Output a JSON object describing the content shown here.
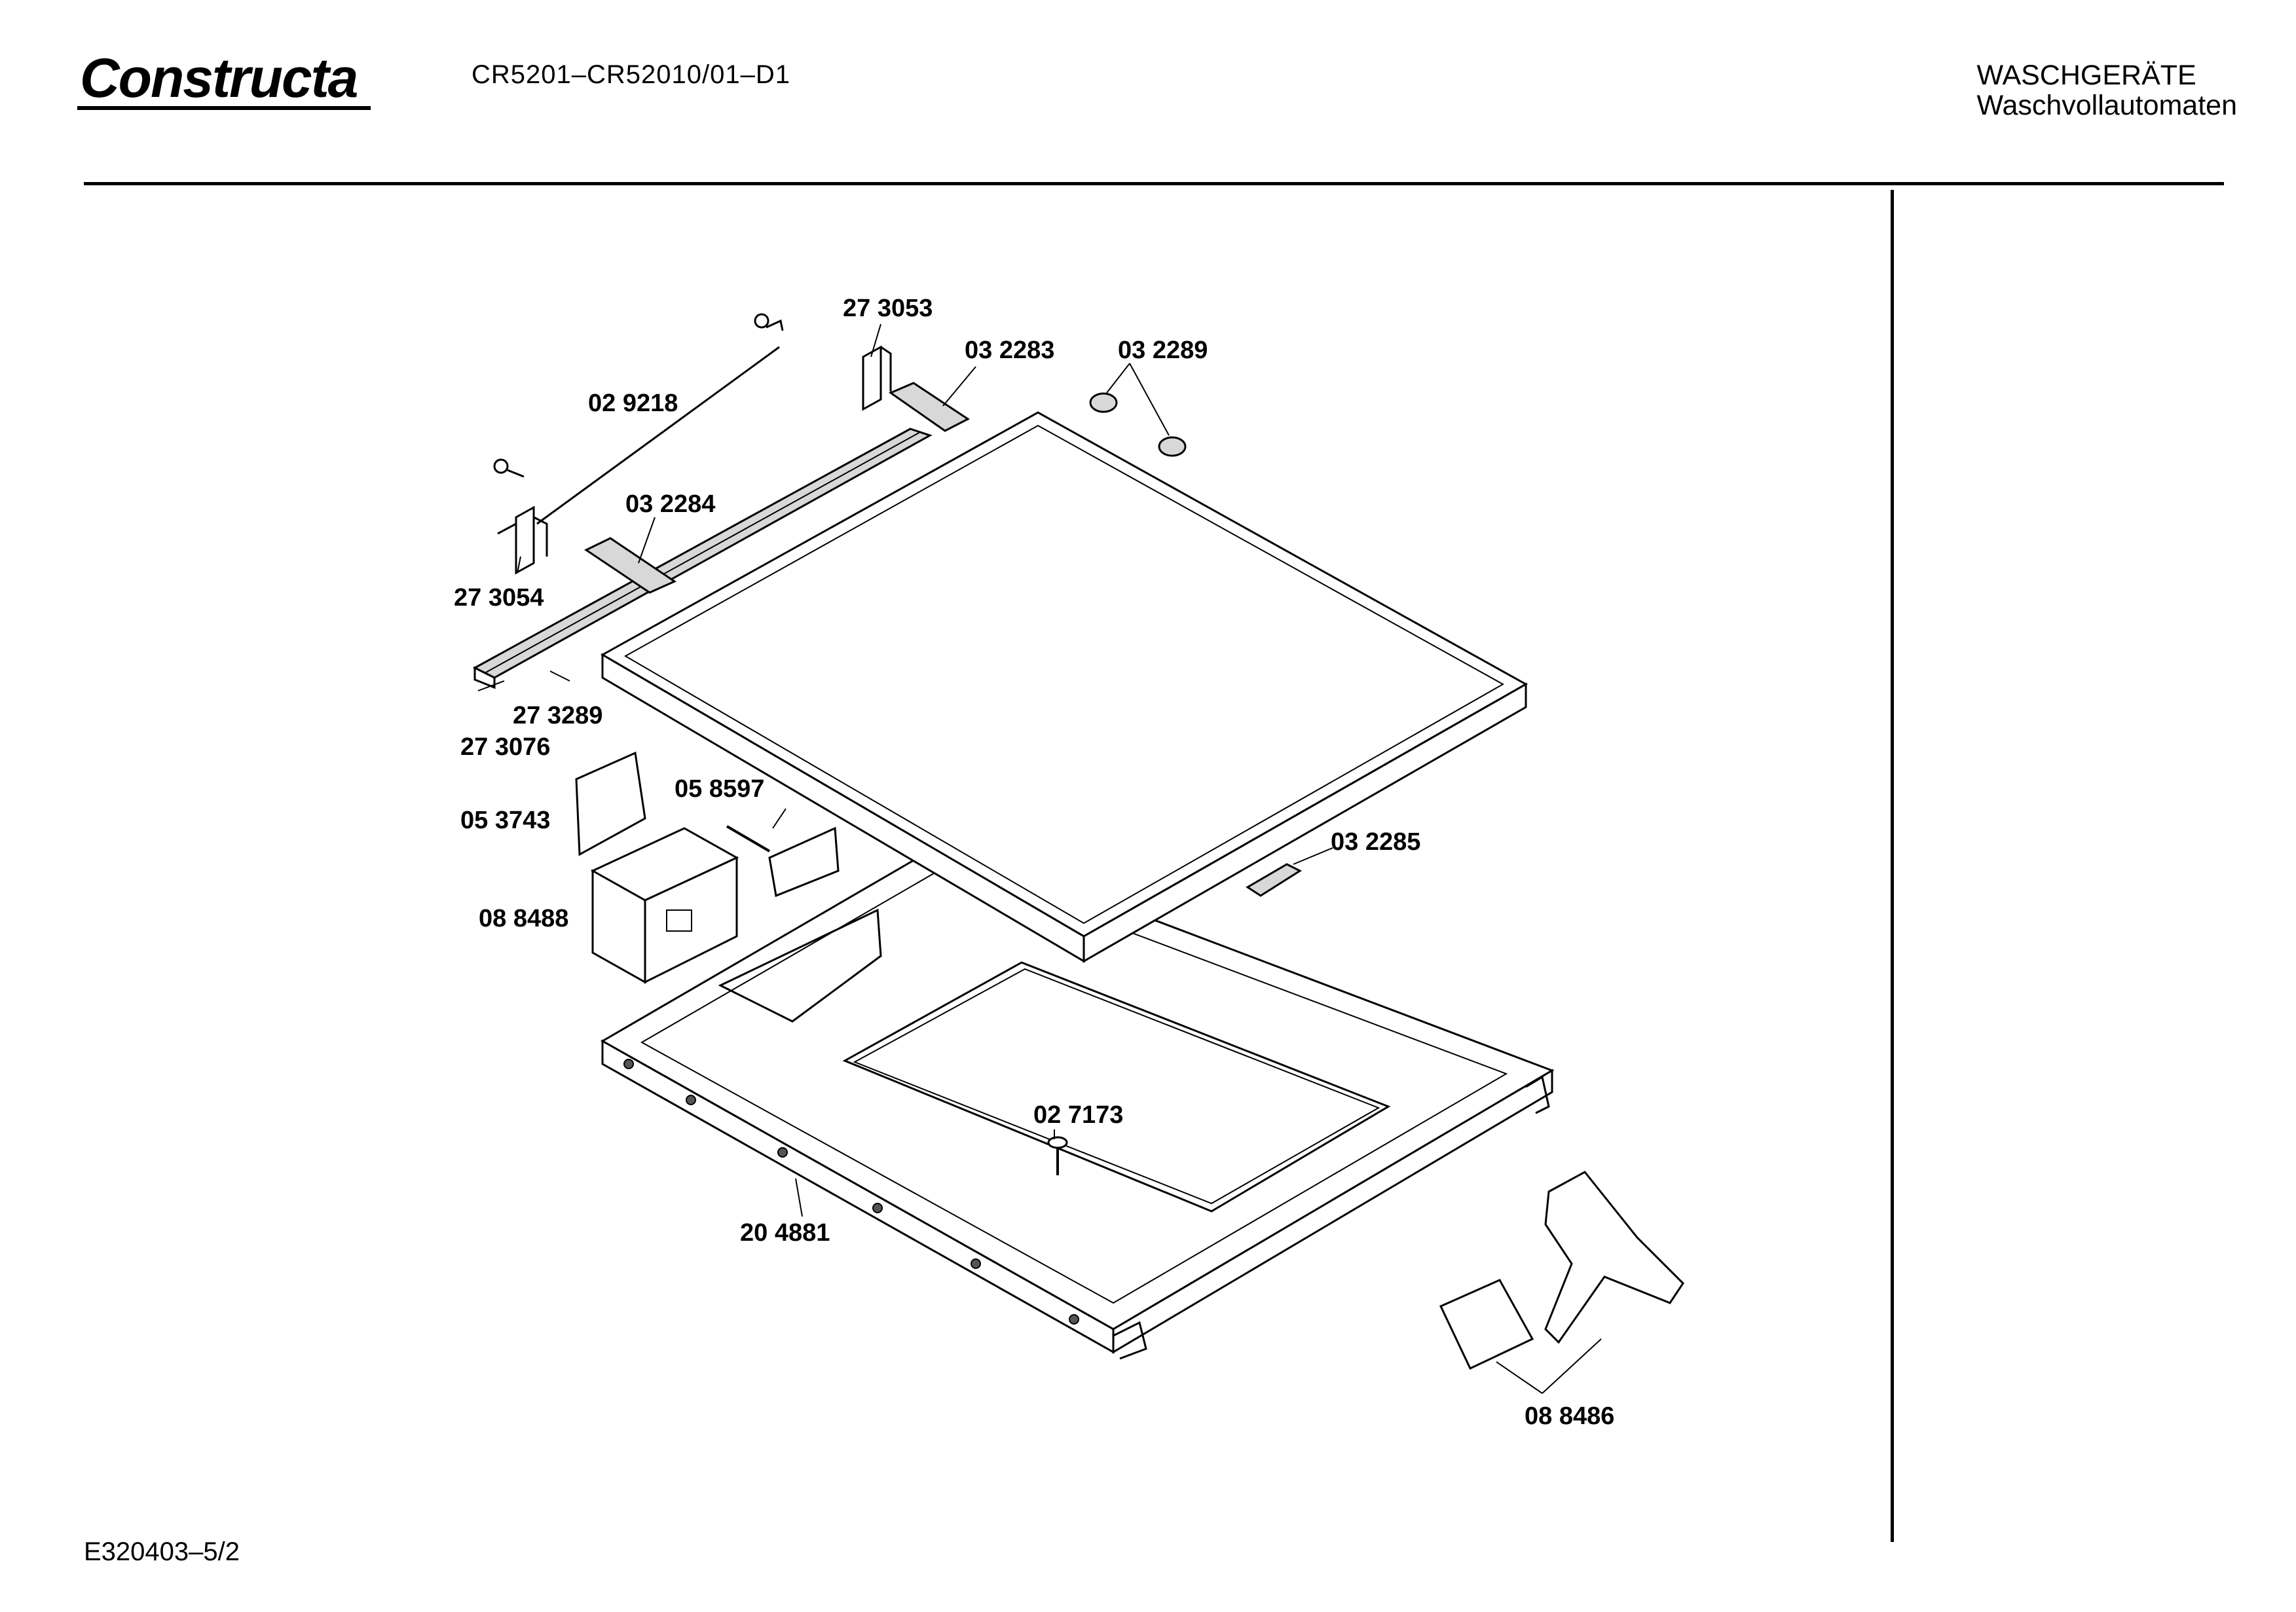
{
  "header": {
    "logo_text": "Constructa",
    "model": "CR5201–CR52010/01–D1",
    "category": "WASCHGERÄTE",
    "subcategory": "Waschvollautomaten"
  },
  "parts": [
    {
      "id": "p273053",
      "number": "27 3053",
      "icon": "hinge-bracket-icon"
    },
    {
      "id": "p032283",
      "number": "03 2283",
      "icon": "hinge-plate-icon"
    },
    {
      "id": "p032289",
      "number": "03 2289",
      "icon": "rubber-foot-icon"
    },
    {
      "id": "p029218",
      "number": "02 9218",
      "icon": "rod-icon"
    },
    {
      "id": "p032284",
      "number": "03 2284",
      "icon": "hinge-plate-icon"
    },
    {
      "id": "p273054",
      "number": "27 3054",
      "icon": "hinge-bracket-icon"
    },
    {
      "id": "p273289",
      "number": "27 3289",
      "icon": "rail-icon"
    },
    {
      "id": "p273076",
      "number": "27 3076",
      "icon": "rail-end-icon"
    },
    {
      "id": "p058597",
      "number": "05 8597",
      "icon": "pin-icon"
    },
    {
      "id": "p053743",
      "number": "05 3743",
      "icon": "flap-icon"
    },
    {
      "id": "p088488",
      "number": "08 8488",
      "icon": "detergent-drawer-icon"
    },
    {
      "id": "p032285",
      "number": "03 2285",
      "icon": "catch-icon"
    },
    {
      "id": "p027173",
      "number": "02 7173",
      "icon": "screw-icon"
    },
    {
      "id": "p204881",
      "number": "20 4881",
      "icon": "top-frame-icon"
    },
    {
      "id": "p088486",
      "number": "08 8486",
      "icon": "door-lock-icon"
    }
  ],
  "footer": {
    "drawing_ref": "E320403–5/2"
  }
}
